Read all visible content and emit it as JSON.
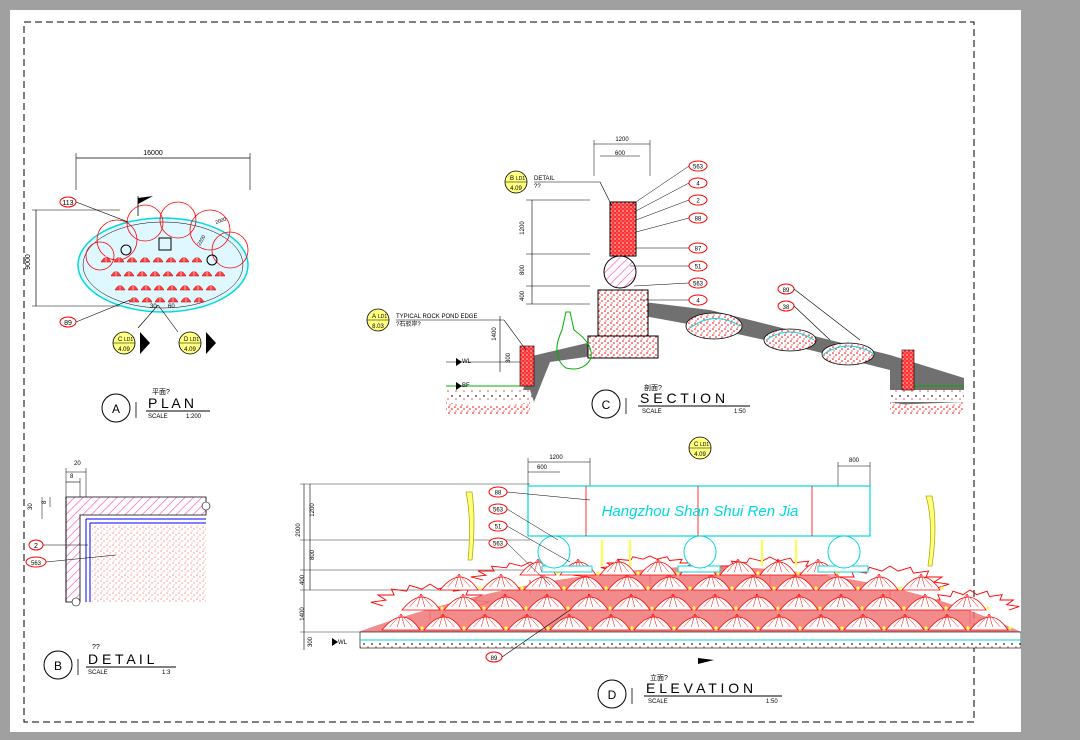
{
  "colors": {
    "background": "#a0a0a0",
    "paper": "#ffffff",
    "red": "#ff0000",
    "salmon": "#f07878",
    "cyan": "#00d8e0",
    "yellow": "#ffff40",
    "green": "#00b000",
    "dark": "#606060",
    "line": "#000000"
  },
  "plan": {
    "circle_letter": "A",
    "chinese": "平面?",
    "title": "P L A N",
    "scale_label": "SCALE",
    "scale_value": "1:200",
    "dim_width": "16000",
    "dim_height": "9000",
    "dim_small_a": "2200",
    "dim_small_b": "2000",
    "dim_small_c": "30",
    "dim_small_d": "60",
    "tag_113": "113",
    "tag_89": "89",
    "marker_c": {
      "letter": "C",
      "sheet": "LD1",
      "page": "4.09"
    },
    "marker_d": {
      "letter": "D",
      "sheet": "LD1",
      "page": "4.09"
    }
  },
  "detail": {
    "circle_letter": "B",
    "chinese": "??",
    "title": "D E T A I L",
    "scale_label": "SCALE",
    "scale_value": "1:3",
    "dim_20": "20",
    "dim_8": "8",
    "dim_30": "30",
    "dim_8b": "8",
    "tag_2": "2",
    "tag_563": "563"
  },
  "section": {
    "circle_letter": "C",
    "chinese": "剖面?",
    "title": "S E C T I O N",
    "scale_label": "SCALE",
    "scale_value": "1:50",
    "dim_1200": "1200",
    "dim_600": "600",
    "dim_v1200": "1200",
    "dim_v800": "800",
    "dim_v400": "400",
    "dim_v1400": "1400",
    "dim_v300": "300",
    "detail_marker": {
      "letter": "B",
      "sheet": "LD1",
      "page": "4.09"
    },
    "detail_label": "DETAIL",
    "detail_label_cn": "??",
    "rock_marker": {
      "letter": "A",
      "sheet": "LD1",
      "page": "8.03"
    },
    "rock_label": "TYPICAL ROCK POND EDGE",
    "rock_label_cn": "?石驳岸?",
    "wl": "WL",
    "bf": "BF",
    "tags": [
      "563",
      "4",
      "2",
      "88",
      "87",
      "51",
      "563",
      "4"
    ],
    "tags_right": [
      "89",
      "38"
    ]
  },
  "elevation": {
    "circle_letter": "D",
    "chinese": "立面?",
    "title": "E L E V A T I O N",
    "scale_label": "SCALE",
    "scale_value": "1:50",
    "sign_text": "Hangzhou Shan Shui Ren Jia",
    "dim_1200": "1200",
    "dim_600": "600",
    "dim_800": "800",
    "dim_v2000": "2000",
    "dim_v1200": "1200",
    "dim_v800": "800",
    "dim_v400": "400",
    "dim_v1400": "1400",
    "dim_v300": "300",
    "wl": "WL",
    "marker_c": {
      "letter": "C",
      "sheet": "LD1",
      "page": "4.09"
    },
    "tags": [
      "88",
      "563",
      "51",
      "563"
    ],
    "tag_89": "89"
  }
}
